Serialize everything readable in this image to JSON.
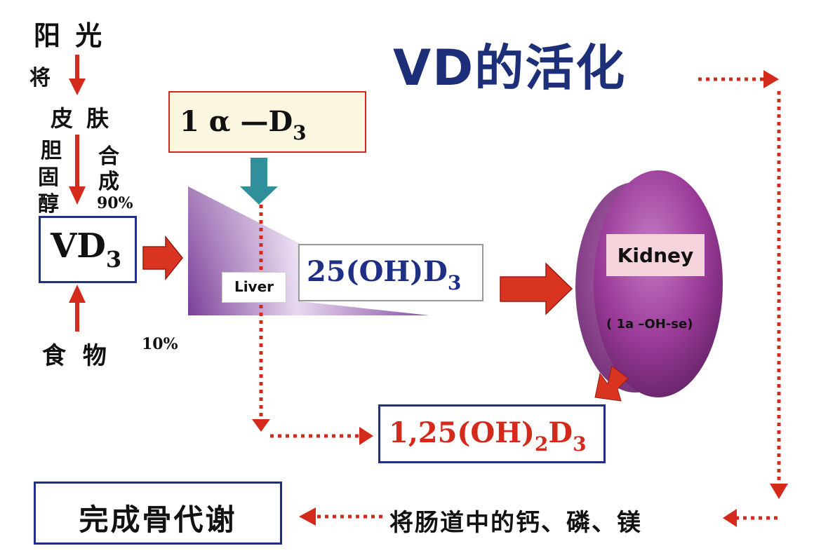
{
  "title": "VD的活化",
  "left": {
    "sunlight": "阳 光",
    "will": "将",
    "skin": "皮 肤",
    "cholesterol": [
      "胆",
      "固",
      "醇"
    ],
    "synthesis": [
      "合",
      "成"
    ],
    "pct_90": "90%",
    "food": "食 物",
    "pct_10": "10%"
  },
  "boxes": {
    "vd3_main": "VD",
    "vd3_sub": "3",
    "alpha_main": "1 α —D",
    "alpha_sub": "3",
    "liver": "Liver",
    "oh_d3_main": "25(OH)D",
    "oh_d3_sub": "3",
    "kidney": "Kidney",
    "enzyme": "( 1a –OH-se)",
    "final_a": "1,25(OH)",
    "final_sub1": "2",
    "final_b": "D",
    "final_sub2": "3",
    "bone": "完成骨代谢",
    "intestine": "将肠道中的钙、磷、镁"
  },
  "colors": {
    "title_blue": "#1c2f78",
    "arrow_red": "#d42a1c",
    "box_blue": "#1f2f86",
    "kidney_purple": "#9a3a98",
    "liver_purple": "#8a4ea8",
    "teal": "#2f8f9a",
    "alpha_fill": "#fbf6df"
  }
}
